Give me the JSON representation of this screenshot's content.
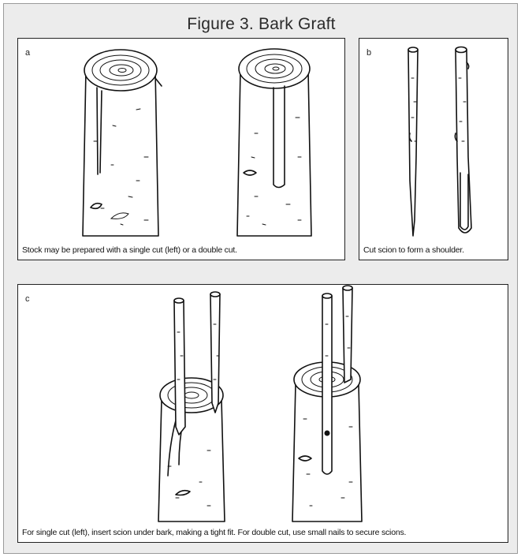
{
  "figure": {
    "title": "Figure 3. Bark Graft"
  },
  "panels": [
    {
      "id": "a",
      "label": "a",
      "caption": "Stock may be prepared with a single cut (left) or a double cut."
    },
    {
      "id": "b",
      "label": "b",
      "caption": "Cut scion to form a shoulder."
    },
    {
      "id": "c",
      "label": "c",
      "caption": "For single cut (left), insert scion under bark, making a tight fit. For double cut, use small nails to secure scions."
    }
  ]
}
